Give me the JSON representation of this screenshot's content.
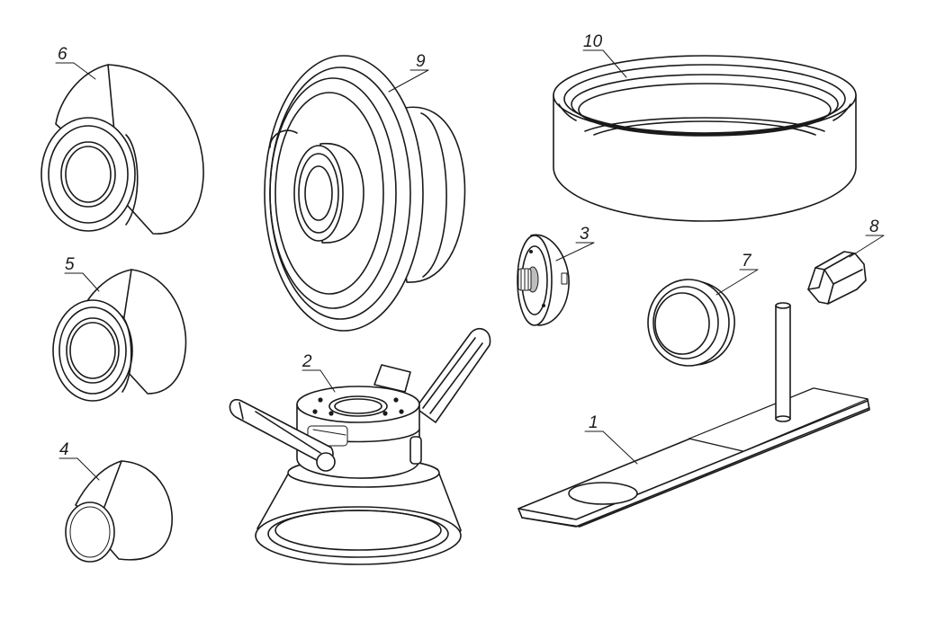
{
  "callouts": {
    "c1": "1",
    "c2": "2",
    "c3": "3",
    "c4": "4",
    "c5": "5",
    "c6": "6",
    "c7": "7",
    "c8": "8",
    "c9": "9",
    "c10": "10"
  },
  "colors": {
    "line": "#1a1a1a",
    "background": "#ffffff",
    "shade": "#bdbdbd"
  }
}
